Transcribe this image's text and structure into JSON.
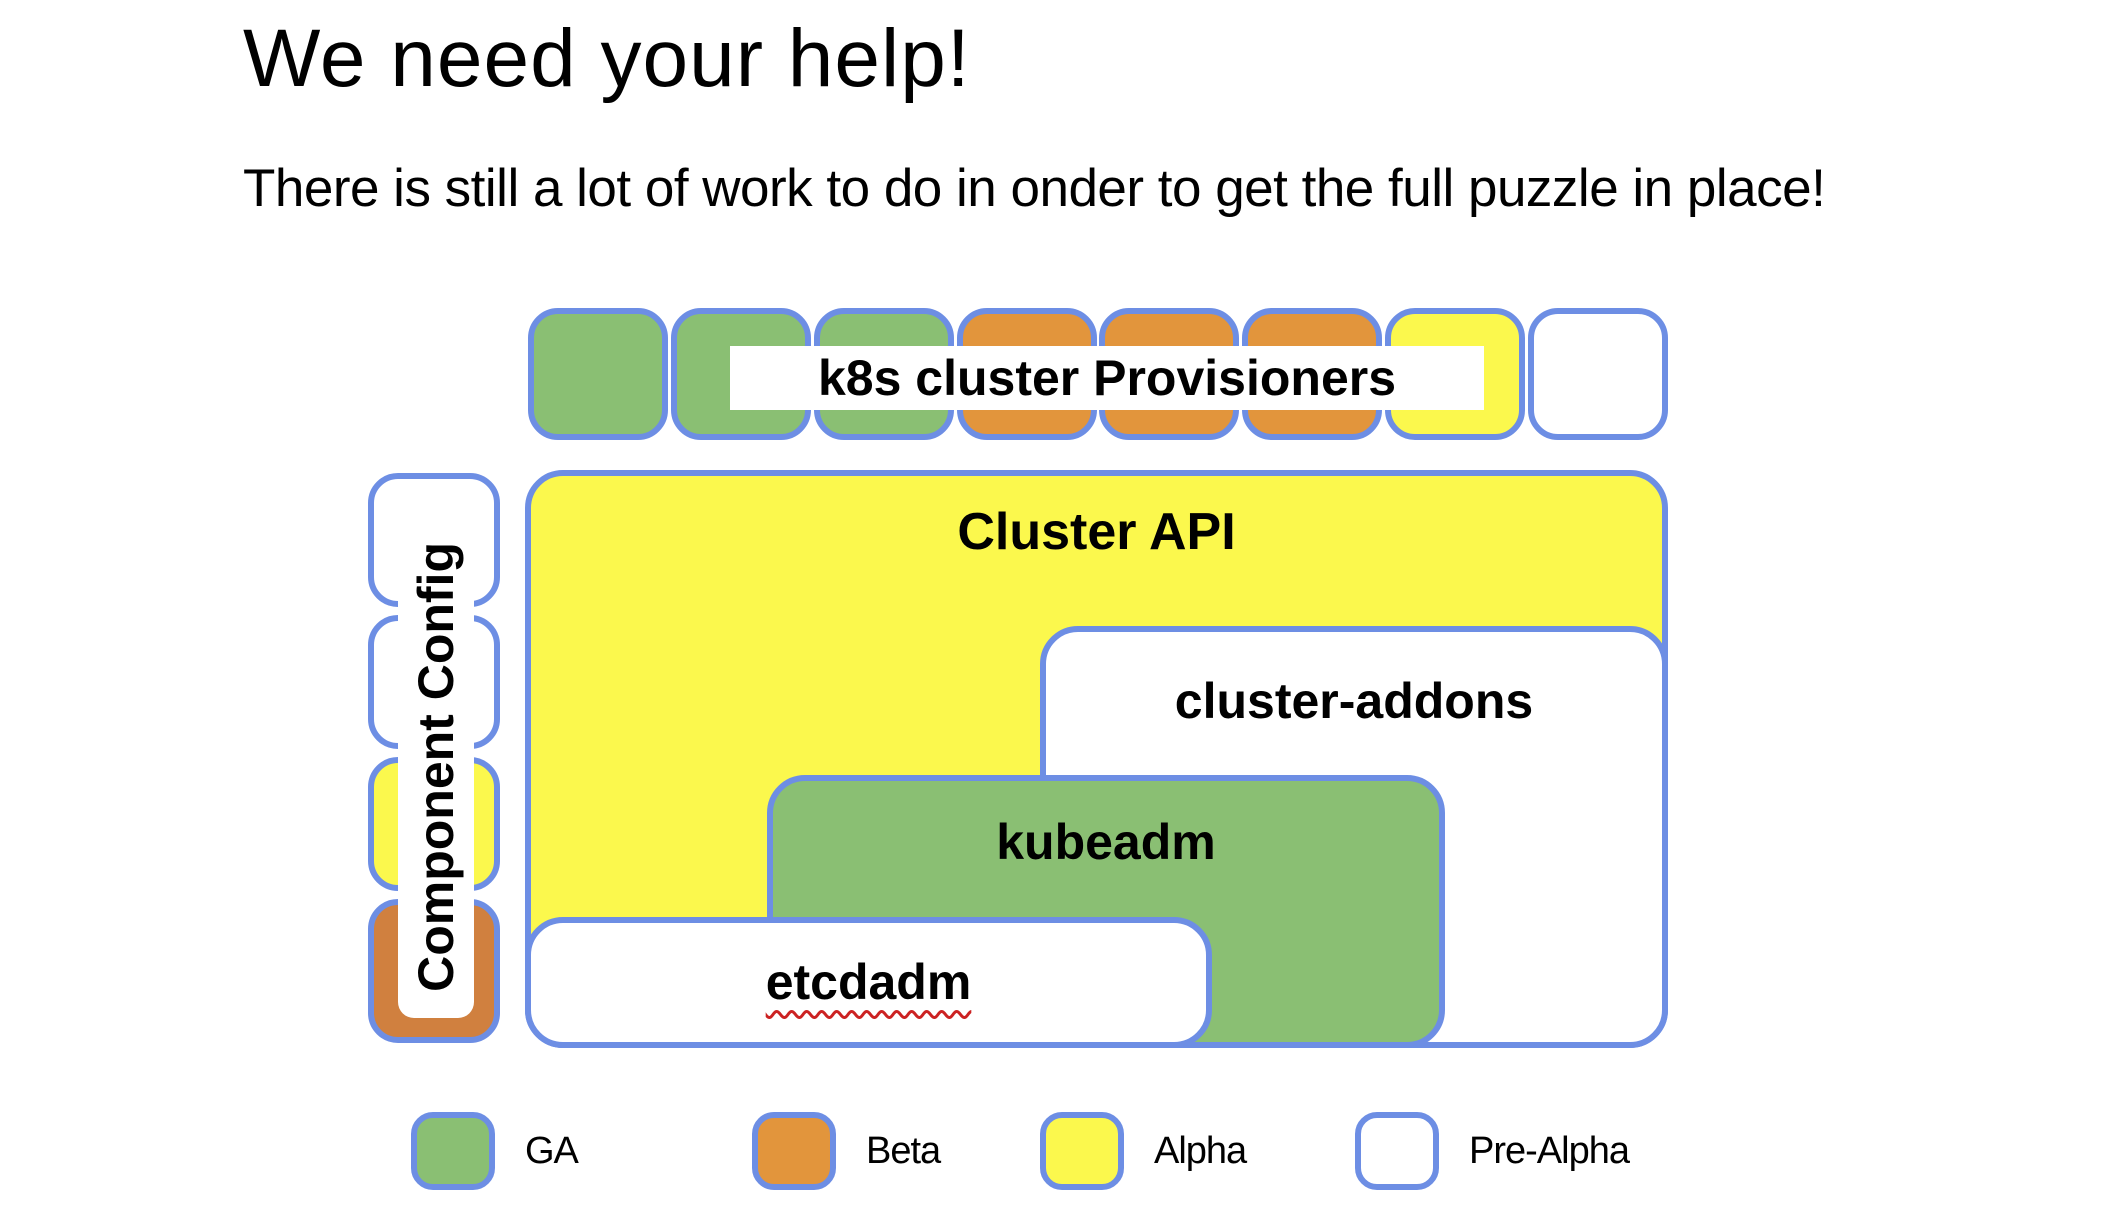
{
  "slide": {
    "title": "We need your help!",
    "subtitle": "There is still a lot of work to do in onder to get the full puzzle in place!"
  },
  "diagram": {
    "provisioners": {
      "label": "k8s cluster Provisioners",
      "squares": [
        "ga",
        "ga",
        "ga",
        "beta",
        "beta",
        "beta",
        "alpha",
        "pre-alpha"
      ]
    },
    "component_config": {
      "label": "Component Config",
      "squares": [
        "pre-alpha",
        "pre-alpha",
        "alpha",
        "beta"
      ]
    },
    "boxes": {
      "cluster_api": {
        "label": "Cluster API",
        "status": "alpha"
      },
      "cluster_addons": {
        "label": "cluster-addons",
        "status": "pre-alpha"
      },
      "kubeadm": {
        "label": "kubeadm",
        "status": "ga"
      },
      "etcdadm": {
        "label": "etcdadm",
        "status": "pre-alpha",
        "spellcheck_underline": true
      }
    }
  },
  "legend": {
    "items": [
      {
        "label": "GA",
        "status": "ga"
      },
      {
        "label": "Beta",
        "status": "beta"
      },
      {
        "label": "Alpha",
        "status": "alpha"
      },
      {
        "label": "Pre-Alpha",
        "status": "pre-alpha"
      }
    ]
  },
  "colors": {
    "ga": "#8ABF73",
    "beta": "#E2953C",
    "beta_dark": "#D0803F",
    "alpha": "#FBF84D",
    "pre_alpha": "#FFFFFF",
    "border": "#6D8EE4",
    "text": "#000000",
    "squiggle": "#CC2222"
  }
}
